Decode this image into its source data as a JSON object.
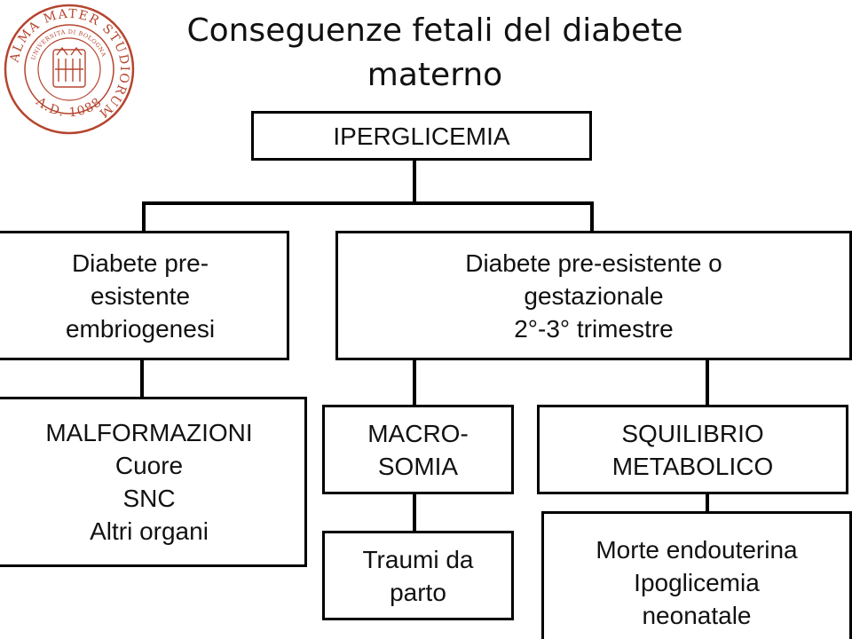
{
  "title": {
    "line1": "Conseguenze fetali del diabete",
    "line2": "materno"
  },
  "logo": {
    "ring_text": "ALMA MATER STUDIORUM",
    "bottom_text": "A.D. 1088",
    "inner_text": "UNIVERSITÀ DI BOLOGNA",
    "color": "#b5452f"
  },
  "boxes": {
    "iperglicemia": {
      "lines": [
        "IPERGLICEMIA"
      ]
    },
    "pre_esistente": {
      "lines": [
        "Diabete pre-",
        "esistente",
        "embriogenesi"
      ]
    },
    "gestazionale": {
      "lines": [
        "Diabete pre-esistente o",
        "gestazionale",
        "2°-3° trimestre"
      ]
    },
    "malformazioni": {
      "lines": [
        "MALFORMAZIONI",
        "Cuore",
        "SNC",
        "Altri organi"
      ]
    },
    "macrosomia": {
      "lines": [
        "MACRO-",
        "SOMIA"
      ]
    },
    "squilibrio": {
      "lines": [
        "SQUILIBRIO",
        "METABOLICO"
      ]
    },
    "traumi": {
      "lines": [
        "Traumi da",
        "parto"
      ]
    },
    "morte": {
      "lines": [
        "Morte endouterina",
        "Ipoglicemia",
        "neonatale"
      ]
    }
  }
}
